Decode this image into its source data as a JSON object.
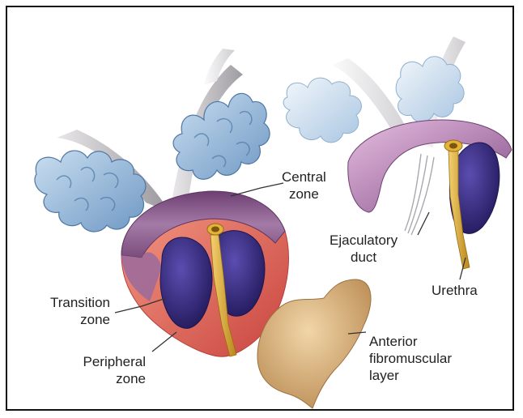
{
  "labels": {
    "central": [
      "Central",
      "zone"
    ],
    "transition": [
      "Transition",
      "zone"
    ],
    "peripheral": [
      "Peripheral",
      "zone"
    ],
    "ejaculatory": [
      "Ejaculatory",
      "duct"
    ],
    "urethra": "Urethra",
    "anterior": [
      "Anterior",
      "fibromuscular",
      "layer"
    ]
  },
  "colors": {
    "seminal_vesicle": "#8fb4d8",
    "vas_deferens": "#b9b6bb",
    "central_zone": "#8f5d8f",
    "transition_zone": "#3d2f86",
    "peripheral_zone": "#ea6a5c",
    "urethra": "#d9a82a",
    "fibromuscular": "#d7b07a",
    "leader": "#333333"
  }
}
